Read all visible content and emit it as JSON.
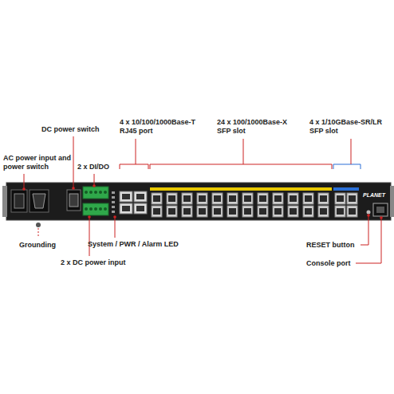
{
  "diagram": {
    "labels": [
      "DC power switch",
      "4 x 10/100/1000Base-T RJ45 port",
      "24 x 100/1000Base-X SFP slot",
      "4 x 1/10GBase-SR/LR SFP slot",
      "AC power input and power switch",
      "2 x DI/DO",
      "Grounding",
      "2 x DC power input",
      "System / PWR / Alarm LED",
      "RESET button",
      "Console port",
      "PLANET"
    ]
  }
}
